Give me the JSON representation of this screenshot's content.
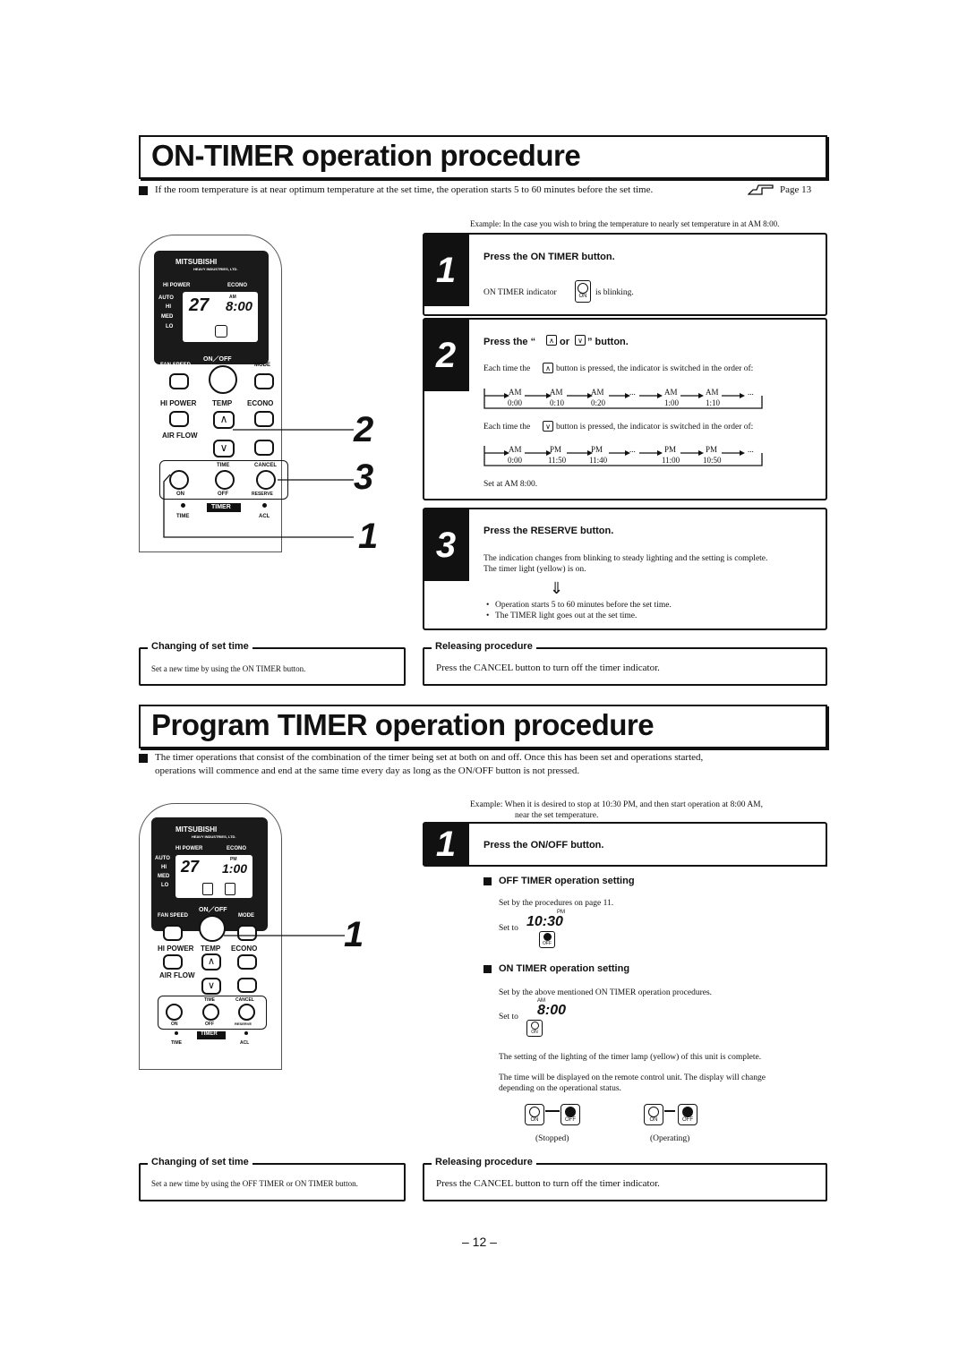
{
  "section1": {
    "title": "ON-TIMER operation procedure",
    "intro": "If the room temperature is at near optimum temperature at the set time, the operation starts 5 to 60 minutes before the set time.",
    "page_ref": "Page 13",
    "example": "Example: In the case you wish to bring the temperature to nearly set temperature in at AM 8:00.",
    "steps": [
      {
        "num": "1",
        "title": "Press the ON TIMER button.",
        "text_a": "ON TIMER indicator",
        "text_b": "is blinking."
      },
      {
        "num": "2",
        "title_a": "Press the “",
        "title_b": "or",
        "title_c": "” button.",
        "up_text_a": "Each time the",
        "up_text_b": "button is pressed, the indicator is switched in the order of:",
        "up_seq": [
          {
            "p": "AM",
            "t": "0:00"
          },
          {
            "p": "AM",
            "t": "0:10"
          },
          {
            "p": "AM",
            "t": "0:20"
          },
          {
            "p": "AM",
            "t": "1:00"
          },
          {
            "p": "AM",
            "t": "1:10"
          }
        ],
        "down_text_a": "Each time the",
        "down_text_b": "button is pressed, the indicator is switched in the order of:",
        "down_seq": [
          {
            "p": "AM",
            "t": "0:00"
          },
          {
            "p": "PM",
            "t": "11:50"
          },
          {
            "p": "PM",
            "t": "11:40"
          },
          {
            "p": "PM",
            "t": "11:00"
          },
          {
            "p": "PM",
            "t": "10:50"
          }
        ],
        "ellipsis": "...",
        "set_at": "Set at AM 8:00."
      },
      {
        "num": "3",
        "title": "Press the RESERVE button.",
        "text1": "The indication changes from blinking to steady lighting and the setting is complete.",
        "text2": "The timer light (yellow) is on.",
        "arrow": "⇓",
        "bullet1": "Operation starts 5 to 60 minutes before the set time.",
        "bullet2": "The TIMER light goes out at the set time."
      }
    ],
    "callouts": [
      "2",
      "3",
      "1"
    ],
    "changing_label": "Changing of set time",
    "changing_text": "Set a new time by using the ON TIMER button.",
    "releasing_label": "Releasing procedure",
    "releasing_text": "Press the CANCEL button to turn off the timer indicator."
  },
  "section2": {
    "title": "Program TIMER operation procedure",
    "intro1": "The timer operations that consist of the combination of the timer being set at both on and off. Once this has been set and operations started,",
    "intro2": "operations will commence and end at the same time every day as long as the ON/OFF button is not pressed.",
    "example1": "Example:  When it is desired to stop at 10:30 PM, and then start operation at 8:00 AM,",
    "example2": "near the set temperature.",
    "step1_num": "1",
    "step1_title": "Press the ON/OFF button.",
    "off_heading": "OFF TIMER operation setting",
    "off_text": "Set by the procedures on page 11.",
    "off_set_to": "Set to",
    "off_time": "10:30",
    "off_ampm": "PM",
    "on_heading": "ON TIMER operation setting",
    "on_text": "Set by the above mentioned ON TIMER operation procedures.",
    "on_set_to": "Set to",
    "on_time": "8:00",
    "on_ampm": "AM",
    "note1": "The setting of the lighting of the timer lamp (yellow) of this unit is complete.",
    "note2a": "The time will be displayed on the remote control unit. The display will change",
    "note2b": "depending on the operational status.",
    "stopped": "(Stopped)",
    "operating": "(Operating)",
    "callout": "1",
    "changing_label": "Changing of set time",
    "changing_text": "Set a new time by using the OFF TIMER or ON TIMER button.",
    "releasing_label": "Releasing procedure",
    "releasing_text": "Press the CANCEL button to turn off the timer indicator."
  },
  "remote": {
    "brand": "MITSUBISHI",
    "brand_sub": "HEAVY INDUSTRIES, LTD.",
    "hi_power": "HI POWER",
    "econo": "ECONO",
    "auto": "AUTO",
    "hi": "HI",
    "med": "MED",
    "lo": "LO",
    "temp_display": "27",
    "time_display": "8:00",
    "time_display2": "1:00",
    "am": "AM",
    "pm": "PM",
    "fan_speed": "FAN SPEED",
    "on_off": "ON／OFF",
    "mode": "MODE",
    "hi_power2": "HI POWER",
    "temp": "TEMP",
    "econo2": "ECONO",
    "air_flow": "AIR FLOW",
    "time": "TIME",
    "cancel": "CANCEL",
    "on": "ON",
    "off": "OFF",
    "reserve": "RESERVE",
    "timer": "TIMER",
    "time2": "TIME",
    "acl": "ACL"
  },
  "icons": {
    "on_label": "ON",
    "off_label": "OFF"
  },
  "page_number": "– 12 –"
}
